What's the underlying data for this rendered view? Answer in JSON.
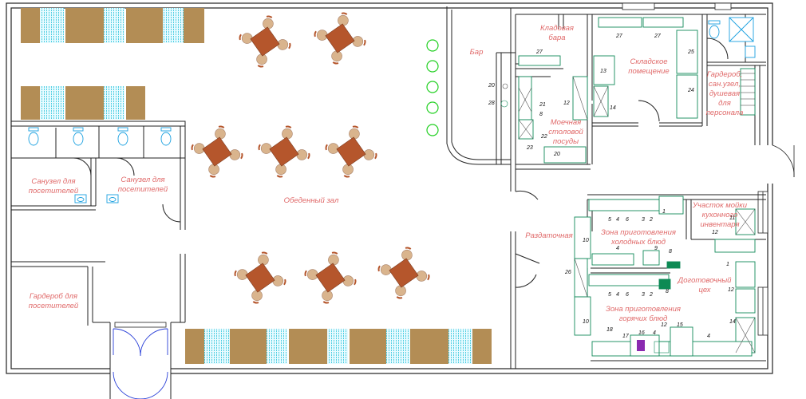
{
  "rooms": {
    "storage_bar": "Кладовая бара",
    "bar": "Бар",
    "warehouse": "Складское помещение",
    "staff_wc": "Гардероб, сан.узел, душевая для персонала",
    "dish_wash": "Моечная столовой посуды",
    "wc_visitors_1": "Санузел для посетителей",
    "wc_visitors_2": "Санузел для посетителей",
    "dining_hall": "Обеденный зал",
    "serving": "Раздаточная",
    "cold_zone": "Зона приготовления холодных блюд",
    "inventory_wash": "Участок мойки кухонного инвентаря",
    "prep_shop": "Доготовочный цех",
    "hot_zone": "Зона приготовления горячих блюд",
    "wardrobe_visitors": "Гардероб для посетителей"
  },
  "equipment_numbers": {
    "n27a": "27",
    "n27b": "27",
    "n27c": "27",
    "n25": "25",
    "n24": "24",
    "n13": "13",
    "n14": "14",
    "n12a": "12",
    "n20a": "20",
    "n20b": "20",
    "n28": "28",
    "n21": "21",
    "n8a": "8",
    "n22": "22",
    "n23": "23",
    "n5a": "5",
    "n4a": "4",
    "n3a": "3",
    "n2a": "2",
    "n1a": "1",
    "n6a": "6",
    "n11": "11",
    "n12b": "12",
    "n10a": "10",
    "n4b": "4",
    "n9": "9",
    "n8b": "8",
    "n26": "26",
    "n1b": "1",
    "n12c": "12",
    "n5b": "5",
    "n4c": "4",
    "n6b": "6",
    "n3b": "3",
    "n2b": "2",
    "n8c": "8",
    "n10b": "10",
    "n18": "18",
    "n17": "17",
    "n16": "16",
    "n4d": "4",
    "n12d": "12",
    "n15": "15",
    "n4e": "4",
    "n14b": "14"
  }
}
